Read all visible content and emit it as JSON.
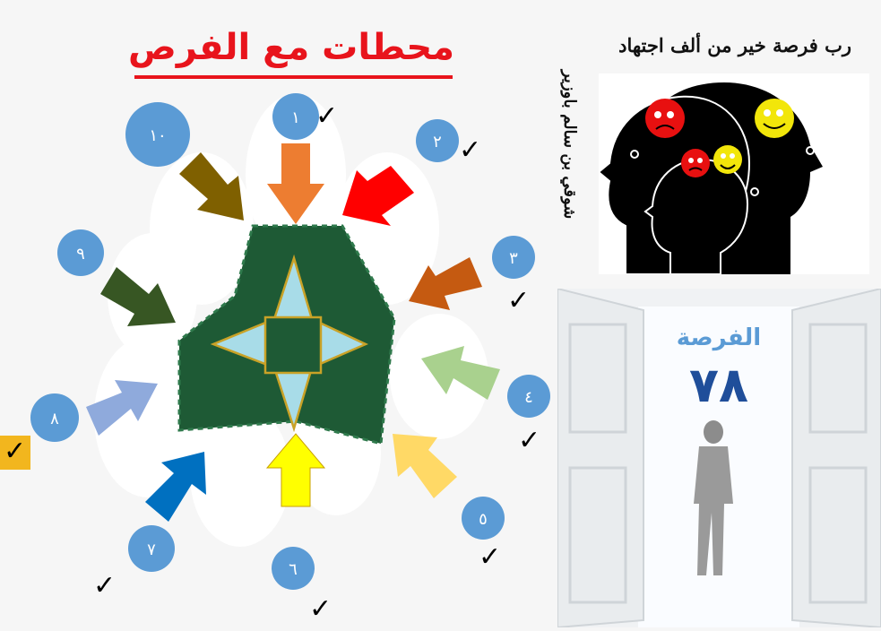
{
  "title": "محطات مع الفرص",
  "quote": "رب فرصة خير من ألف اجتهاد",
  "author": "شوقي بن سالم باوزير",
  "door": {
    "label": "الفرصة",
    "number": "٧٨"
  },
  "check_mark": "✓",
  "stations": [
    {
      "label": "١",
      "arrow_color": "#ed7d31"
    },
    {
      "label": "٢",
      "arrow_color": "#ff0000"
    },
    {
      "label": "٣",
      "arrow_color": "#c55a11"
    },
    {
      "label": "٤",
      "arrow_color": "#a9d18e"
    },
    {
      "label": "٥",
      "arrow_color": "#ffd966"
    },
    {
      "label": "٦",
      "arrow_color": "#ffff00"
    },
    {
      "label": "٧",
      "arrow_color": "#0070c0"
    },
    {
      "label": "٨",
      "arrow_color": "#8faadc"
    },
    {
      "label": "٩",
      "arrow_color": "#375623"
    },
    {
      "label": "١٠",
      "arrow_color": "#7f6000"
    }
  ],
  "colors": {
    "title": "#e8141c",
    "circle": "#5b9bd5",
    "center": "#1e5a35",
    "highlight": "#f2b61e"
  }
}
